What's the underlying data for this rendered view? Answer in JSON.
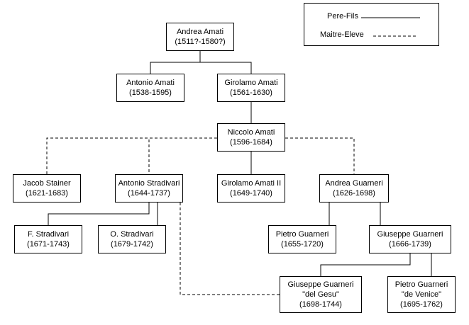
{
  "legend": {
    "items": [
      {
        "label": "Pere-Fils",
        "style": "solid"
      },
      {
        "label": "Maitre-Eleve",
        "style": "dashed"
      }
    ]
  },
  "nodes": [
    {
      "id": "andrea-amati",
      "lines": [
        "Andrea Amati",
        "(1511?-1580?)"
      ]
    },
    {
      "id": "antonio-amati",
      "lines": [
        "Antonio Amati",
        "(1538-1595)"
      ]
    },
    {
      "id": "girolamo-amati",
      "lines": [
        "Girolamo Amati",
        "(1561-1630)"
      ]
    },
    {
      "id": "niccolo-amati",
      "lines": [
        "Niccolo Amati",
        "(1596-1684)"
      ]
    },
    {
      "id": "jacob-stainer",
      "lines": [
        "Jacob Stainer",
        "(1621-1683)"
      ]
    },
    {
      "id": "antonio-stradivari",
      "lines": [
        "Antonio Stradivari",
        "(1644-1737)"
      ]
    },
    {
      "id": "girolamo-amati-ii",
      "lines": [
        "Girolamo Amati II",
        "(1649-1740)"
      ]
    },
    {
      "id": "andrea-guarneri",
      "lines": [
        "Andrea Guarneri",
        "(1626-1698)"
      ]
    },
    {
      "id": "f-stradivari",
      "lines": [
        "F. Stradivari",
        "(1671-1743)"
      ]
    },
    {
      "id": "o-stradivari",
      "lines": [
        "O. Stradivari",
        "(1679-1742)"
      ]
    },
    {
      "id": "pietro-guarneri",
      "lines": [
        "Pietro Guarneri",
        "(1655-1720)"
      ]
    },
    {
      "id": "giuseppe-guarneri",
      "lines": [
        "Giuseppe Guarneri",
        "(1666-1739)"
      ]
    },
    {
      "id": "giuseppe-guarneri-del-gesu",
      "lines": [
        "Giuseppe Guarneri",
        "\"del Gesu\"",
        "(1698-1744)"
      ]
    },
    {
      "id": "pietro-guarneri-de-venice",
      "lines": [
        "Pietro Guarneri",
        "\"de Venice\"",
        "(1695-1762)"
      ]
    }
  ],
  "links": [
    {
      "from": "andrea-amati",
      "to": "antonio-amati",
      "type": "solid"
    },
    {
      "from": "andrea-amati",
      "to": "girolamo-amati",
      "type": "solid"
    },
    {
      "from": "girolamo-amati",
      "to": "niccolo-amati",
      "type": "solid"
    },
    {
      "from": "niccolo-amati",
      "to": "girolamo-amati-ii",
      "type": "solid"
    },
    {
      "from": "niccolo-amati",
      "to": "jacob-stainer",
      "type": "dashed"
    },
    {
      "from": "niccolo-amati",
      "to": "antonio-stradivari",
      "type": "dashed"
    },
    {
      "from": "niccolo-amati",
      "to": "andrea-guarneri",
      "type": "dashed"
    },
    {
      "from": "antonio-stradivari",
      "to": "f-stradivari",
      "type": "solid"
    },
    {
      "from": "antonio-stradivari",
      "to": "o-stradivari",
      "type": "solid"
    },
    {
      "from": "antonio-stradivari",
      "to": "giuseppe-guarneri-del-gesu",
      "type": "dashed"
    },
    {
      "from": "andrea-guarneri",
      "to": "pietro-guarneri",
      "type": "solid"
    },
    {
      "from": "andrea-guarneri",
      "to": "giuseppe-guarneri",
      "type": "solid"
    },
    {
      "from": "giuseppe-guarneri",
      "to": "giuseppe-guarneri-del-gesu",
      "type": "solid"
    },
    {
      "from": "giuseppe-guarneri",
      "to": "pietro-guarneri-de-venice",
      "type": "solid"
    }
  ]
}
